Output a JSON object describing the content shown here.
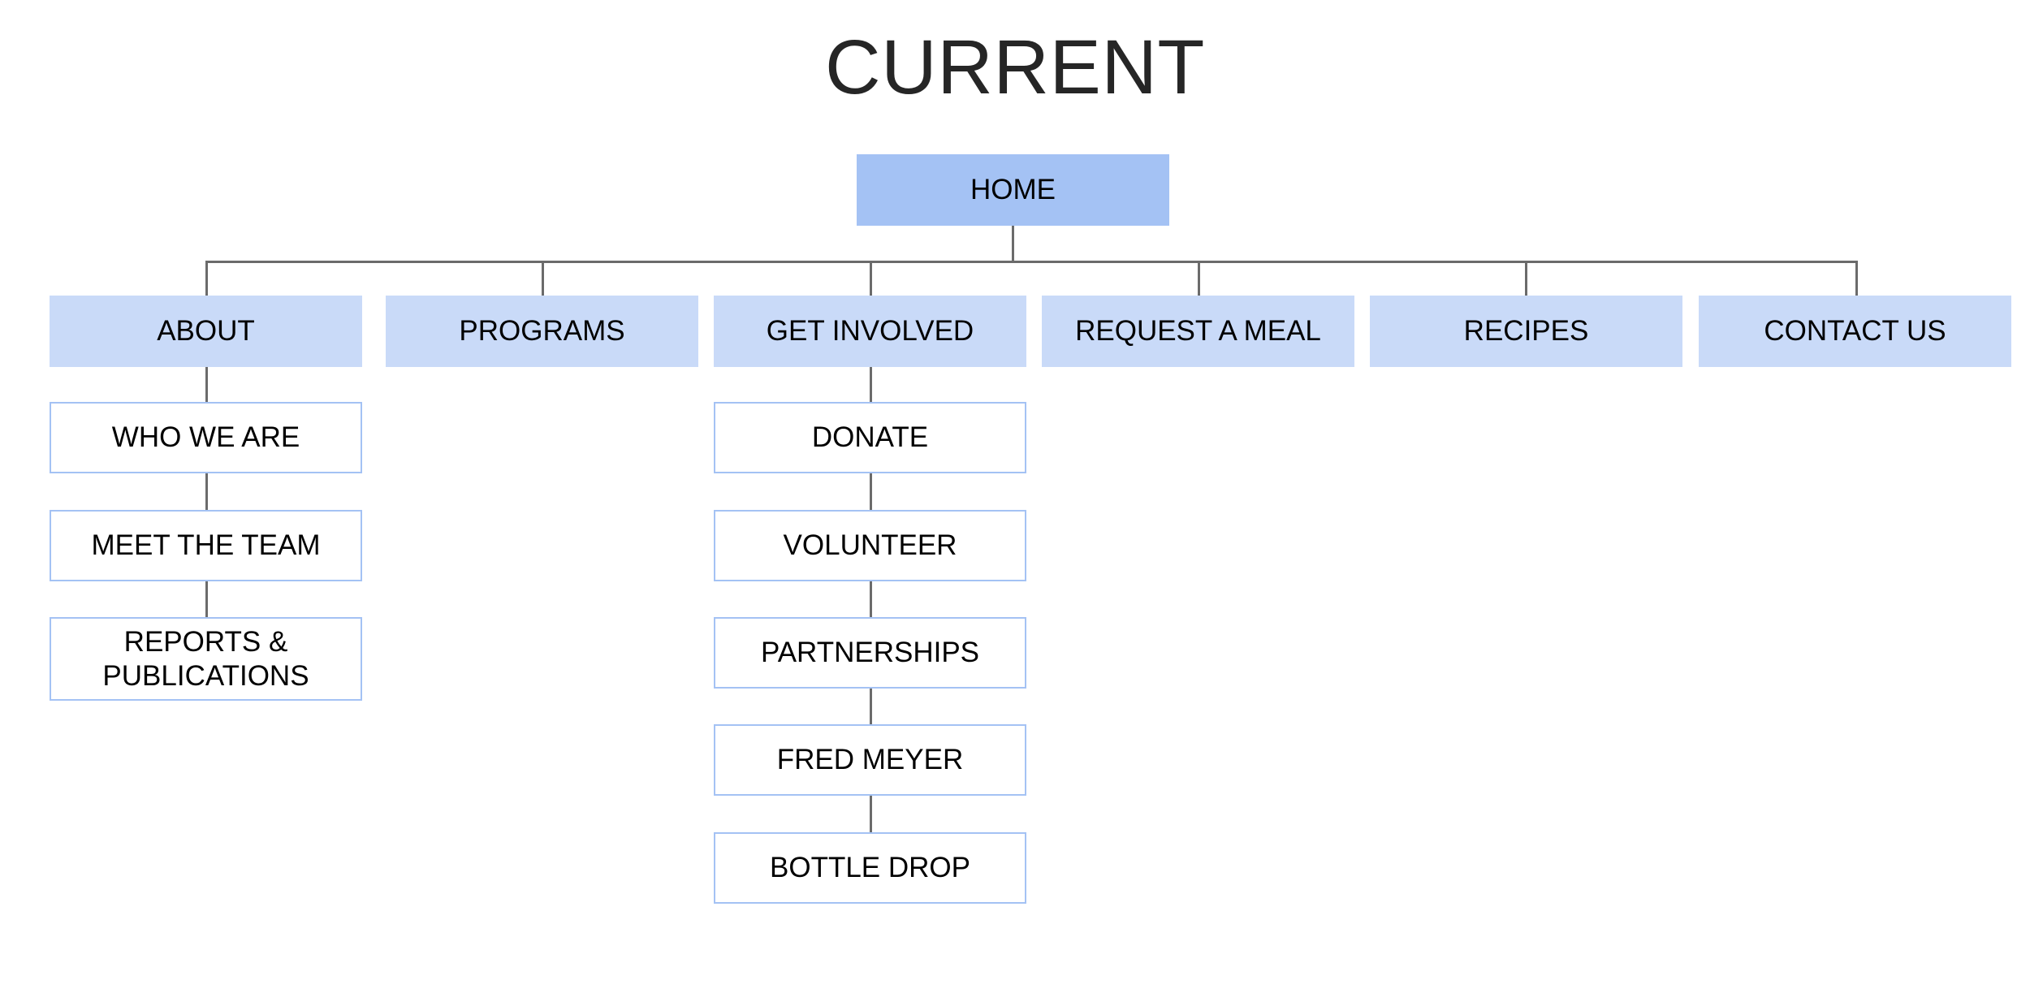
{
  "diagram": {
    "title": "CURRENT",
    "type": "sitemap-tree",
    "colors": {
      "root_fill": "#a4c2f4",
      "level2_fill": "#c9daf8",
      "level3_fill": "#ffffff",
      "level3_border": "#a4c2f4",
      "connector": "#6b6b6b",
      "text": "#000000",
      "title_text": "#262626",
      "background": "#ffffff"
    },
    "root": {
      "label": "HOME"
    },
    "branches": [
      {
        "label": "ABOUT",
        "children": [
          {
            "label": "WHO WE ARE"
          },
          {
            "label": "MEET THE TEAM"
          },
          {
            "label": "REPORTS & PUBLICATIONS"
          }
        ]
      },
      {
        "label": "PROGRAMS",
        "children": []
      },
      {
        "label": "GET INVOLVED",
        "children": [
          {
            "label": "DONATE"
          },
          {
            "label": "VOLUNTEER"
          },
          {
            "label": "PARTNERSHIPS"
          },
          {
            "label": "FRED MEYER"
          },
          {
            "label": "BOTTLE DROP"
          }
        ]
      },
      {
        "label": "REQUEST A MEAL",
        "children": []
      },
      {
        "label": "RECIPES",
        "children": []
      },
      {
        "label": "CONTACT US",
        "children": []
      }
    ]
  }
}
